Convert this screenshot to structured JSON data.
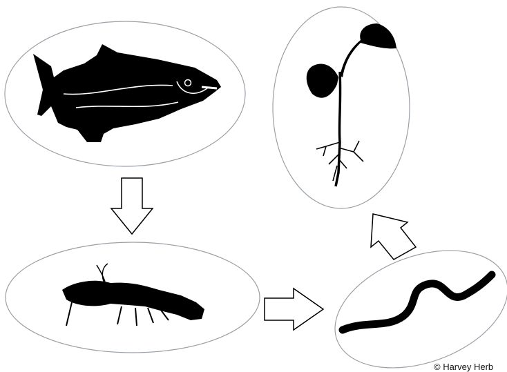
{
  "diagram": {
    "nodes": [
      {
        "id": "fish",
        "icon": "salmon-icon"
      },
      {
        "id": "crayfish",
        "icon": "crayfish-icon"
      },
      {
        "id": "worm",
        "icon": "worm-icon"
      },
      {
        "id": "plant",
        "icon": "seedling-icon"
      }
    ],
    "edges": [
      {
        "from": "fish",
        "to": "crayfish"
      },
      {
        "from": "crayfish",
        "to": "worm"
      },
      {
        "from": "worm",
        "to": "plant"
      }
    ],
    "credit": "© Harvey Herb"
  }
}
